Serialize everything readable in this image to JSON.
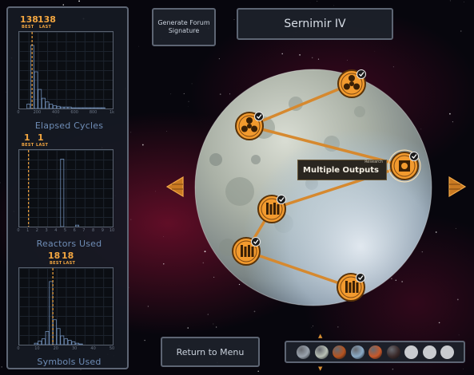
{
  "histograms": [
    {
      "id": "cycles",
      "title": "Elapsed Cycles",
      "best_label": "BEST",
      "last_label": "LAST",
      "best_value": "138",
      "last_value": "138",
      "marker_value": 138,
      "ticks": [
        "0",
        "200",
        "400",
        "600",
        "800",
        "1k"
      ],
      "range": [
        0,
        1000
      ],
      "bars": [
        0,
        0,
        6,
        86,
        50,
        26,
        14,
        9,
        6,
        4,
        3,
        2,
        2,
        2,
        1,
        1,
        1,
        1,
        1,
        1,
        1,
        1,
        1,
        0,
        0
      ]
    },
    {
      "id": "reactors",
      "title": "Reactors Used",
      "best_label": "BEST",
      "last_label": "LAST",
      "best_value": "1",
      "last_value": "1",
      "marker_value": 1,
      "ticks": [
        "0",
        "1",
        "2",
        "3",
        "4",
        "5",
        "6",
        "7",
        "8",
        "9",
        "10"
      ],
      "range": [
        0,
        10
      ],
      "bars": [
        0,
        0,
        0,
        0,
        0,
        0,
        0,
        0,
        0,
        0,
        0,
        92,
        0,
        0,
        0,
        2,
        0,
        0,
        0,
        0,
        0,
        0,
        0,
        0,
        0
      ]
    },
    {
      "id": "symbols",
      "title": "Symbols Used",
      "best_label": "BEST",
      "last_label": "LAST",
      "best_value": "18",
      "last_value": "18",
      "marker_value": 18,
      "ticks": [
        "0",
        "10",
        "20",
        "30",
        "40",
        "50"
      ],
      "range": [
        0,
        50
      ],
      "bars": [
        0,
        0,
        0,
        0,
        2,
        5,
        8,
        18,
        86,
        34,
        22,
        12,
        8,
        6,
        4,
        2,
        1,
        0,
        0,
        0,
        0,
        0,
        0,
        0,
        0
      ]
    }
  ],
  "forum_button": "Generate Forum Signature",
  "planet_name": "Sernimir IV",
  "menu_button": "Return to Menu",
  "tooltip": {
    "kicker": "Research",
    "label": "Multiple Outputs"
  },
  "nodes": [
    {
      "id": "node-top",
      "icon": "hazard-icon",
      "completed": true
    },
    {
      "id": "node-upper-left",
      "icon": "hazard-icon",
      "completed": true
    },
    {
      "id": "node-research",
      "icon": "research-icon",
      "completed": true,
      "selected": true
    },
    {
      "id": "node-mid-left",
      "icon": "tower-icon",
      "completed": true
    },
    {
      "id": "node-lower-left",
      "icon": "tower-icon",
      "completed": true
    },
    {
      "id": "node-bottom-right",
      "icon": "tower-icon",
      "completed": true
    }
  ],
  "planet_selector": [
    {
      "name": "planet-1",
      "color": "#9aa3ad",
      "unlocked": true
    },
    {
      "name": "planet-2",
      "color": "#b8c0b5",
      "unlocked": true
    },
    {
      "name": "planet-3",
      "color": "#b4531f",
      "unlocked": true
    },
    {
      "name": "planet-4",
      "color": "#8aaac6",
      "unlocked": true
    },
    {
      "name": "planet-5",
      "color": "#c7582a",
      "unlocked": true
    },
    {
      "name": "planet-6",
      "color": "#3a2a2a",
      "unlocked": true
    },
    {
      "name": "planet-7",
      "color": "#c9cbcf",
      "unlocked": false
    },
    {
      "name": "planet-8",
      "color": "#c9cbcf",
      "unlocked": false
    },
    {
      "name": "planet-9",
      "color": "#c9cbcf",
      "unlocked": false
    }
  ],
  "colors": {
    "accent": "#f3a640",
    "histogram_bar": "#6f8db6",
    "node_fill": "#f29a2e",
    "path_line": "#d6892f"
  }
}
